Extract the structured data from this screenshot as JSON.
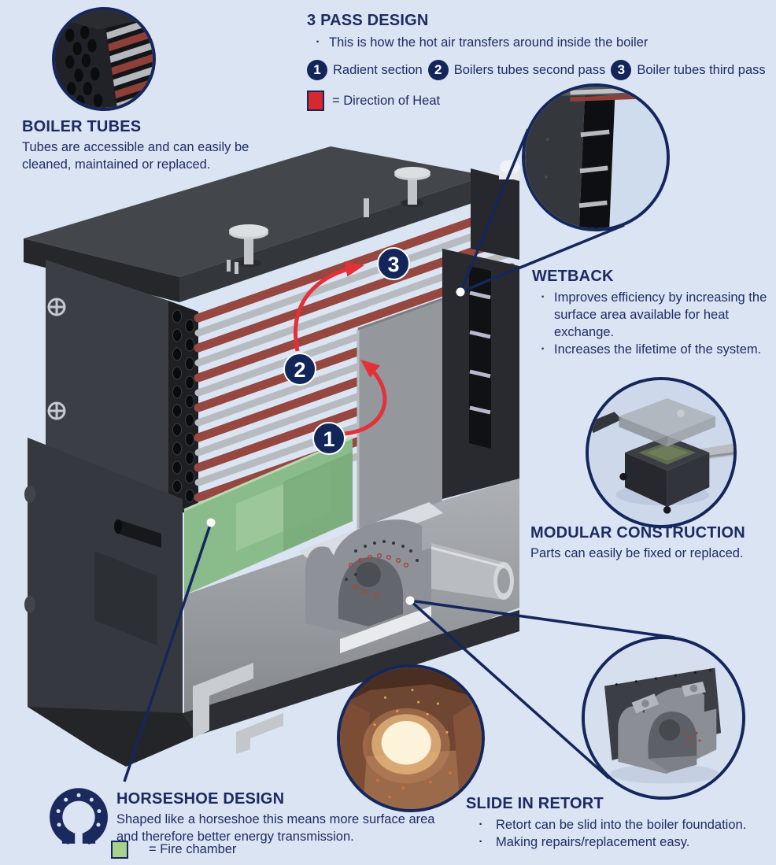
{
  "palette": {
    "background": "#dbe4f2",
    "navy_text": "#1c2b62",
    "badge_navy": "#12265a",
    "heat_red": "#d7282f",
    "fire_chamber_green": "#a8d18d",
    "arrow_red": "#e23138"
  },
  "ui": {
    "bullet_char": "·"
  },
  "sections": {
    "boiler_tubes": {
      "title": "BOILER TUBES",
      "body": "Tubes are accessible and can easily be cleaned, maintained or replaced."
    },
    "three_pass": {
      "title": "3 PASS DESIGN",
      "bullet": "This is how the hot air transfers around inside the boiler",
      "passes": [
        {
          "num": "1",
          "label": "Radient section"
        },
        {
          "num": "2",
          "label": "Boilers tubes second pass"
        },
        {
          "num": "3",
          "label": "Boiler tubes third pass"
        }
      ],
      "heat_legend": "= Direction of Heat"
    },
    "wetback": {
      "title": "WETBACK",
      "bullets": [
        "Improves efficiency by increasing the surface area available for heat exchange.",
        "Increases the lifetime of the system."
      ]
    },
    "modular": {
      "title": "MODULAR CONSTRUCTION",
      "body": "Parts can easily be fixed or replaced."
    },
    "horseshoe": {
      "title": "HORSESHOE DESIGN",
      "body": "Shaped like a horseshoe this means more surface area and therefore better energy transmission.",
      "legend": "= Fire chamber"
    },
    "retort": {
      "title": "SLIDE IN RETORT",
      "bullets": [
        "Retort can be slid into the boiler foundation.",
        "Making repairs/replacement easy."
      ]
    }
  }
}
